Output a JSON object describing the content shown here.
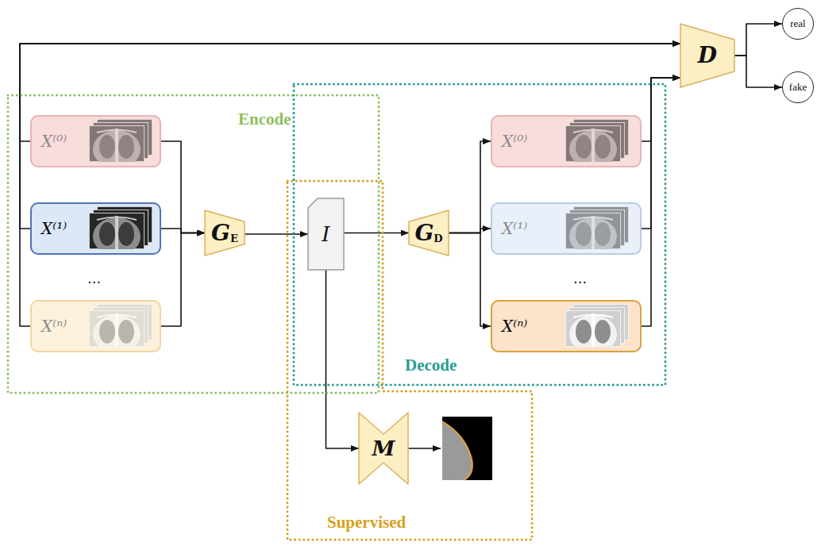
{
  "diagram": {
    "nodes": [
      {
        "text": [
          "Encode"
        ]
      },
      {
        "text": [
          "X⁽⁰⁾"
        ],
        "in": 0
      },
      {
        "text": [
          "X⁽¹⁾"
        ],
        "in": 0
      },
      {
        "text": [
          "X⁽ⁿ⁾"
        ],
        "in": 0
      },
      {
        "text": [
          "G",
          "E"
        ],
        "in": 0
      },
      {
        "text": [
          "Decode"
        ]
      },
      {
        "text": [
          "G",
          "D"
        ],
        "in": 5
      },
      {
        "text": [
          "X⁽⁰⁾"
        ],
        "in": 5
      },
      {
        "text": [
          "X⁽¹⁾"
        ],
        "in": 5
      },
      {
        "text": [
          "X⁽ⁿ⁾"
        ],
        "in": 5
      },
      {
        "text": [
          "Supervised"
        ]
      },
      {
        "text": [
          "I"
        ]
      },
      {
        "text": [
          "M"
        ],
        "in": 10
      },
      {
        "text": [
          "D"
        ]
      },
      {
        "text": [
          "real"
        ]
      },
      {
        "text": [
          "fake"
        ]
      }
    ],
    "edges": [
      {
        "from": 1,
        "to": 13,
        "arrow": "to"
      },
      {
        "from": 2,
        "to": 13,
        "arrow": "to"
      },
      {
        "from": 3,
        "to": 13,
        "arrow": "to"
      },
      {
        "from": 1,
        "to": 4,
        "arrow": "to"
      },
      {
        "from": 2,
        "to": 4,
        "arrow": "to"
      },
      {
        "from": 3,
        "to": 4,
        "arrow": "to"
      },
      {
        "from": 4,
        "to": 11,
        "arrow": "to"
      },
      {
        "from": 11,
        "to": 6,
        "arrow": "to"
      },
      {
        "from": 6,
        "to": 7,
        "arrow": "to"
      },
      {
        "from": 6,
        "to": 8,
        "arrow": "to"
      },
      {
        "from": 6,
        "to": 9,
        "arrow": "to"
      },
      {
        "from": 7,
        "to": 13,
        "arrow": "to"
      },
      {
        "from": 8,
        "to": 13,
        "arrow": "to"
      },
      {
        "from": 9,
        "to": 13,
        "arrow": "to"
      },
      {
        "from": 13,
        "to": 14,
        "arrow": "to"
      },
      {
        "from": 13,
        "to": 15,
        "arrow": "to"
      },
      {
        "from": 11,
        "to": 12,
        "arrow": "to"
      }
    ],
    "labels": [
      "...",
      "..."
    ]
  }
}
